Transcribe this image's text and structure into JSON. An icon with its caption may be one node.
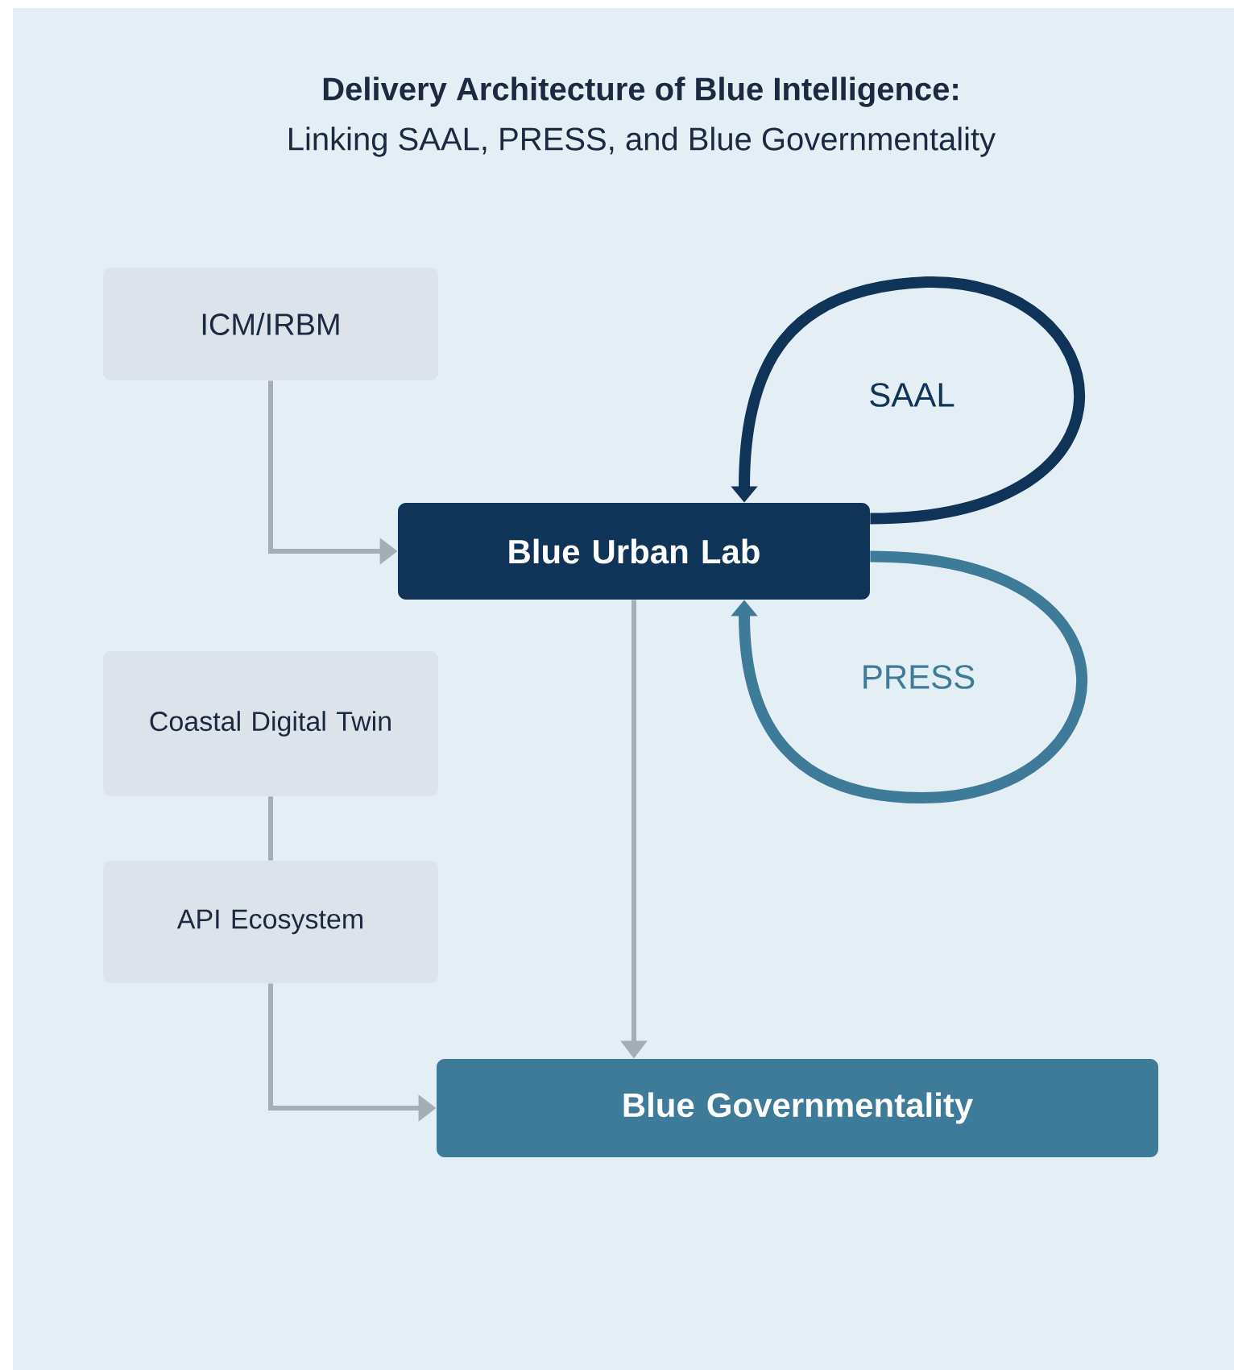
{
  "diagram": {
    "title": "Delivery Architecture of Blue Intelligence:",
    "nodes": [
      {
        "text": [
          "ICM/IRBM"
        ]
      },
      {
        "text": [
          "Blue Urban Lab"
        ]
      },
      {
        "text": [
          "Coastal Digital Twin"
        ]
      },
      {
        "text": [
          "API Ecosystem"
        ]
      },
      {
        "text": [
          "Blue Governmentality"
        ]
      }
    ],
    "edges": [
      {
        "from": 0,
        "to": 1,
        "arrow": "to"
      },
      {
        "from": 1,
        "to": 1,
        "arrow": "to",
        "label": "SAAL",
        "style": "thick",
        "color": "#0f3457"
      },
      {
        "from": 1,
        "to": 1,
        "arrow": "to",
        "label": "PRESS",
        "style": "thick",
        "color": "#3e7b99"
      },
      {
        "from": 1,
        "to": 4,
        "arrow": "to"
      },
      {
        "from": 2,
        "to": 3,
        "arrow": "none"
      },
      {
        "from": 3,
        "to": 4,
        "arrow": "to"
      }
    ],
    "labels": [
      "Linking SAAL, PRESS, and Blue Governmentality"
    ]
  }
}
